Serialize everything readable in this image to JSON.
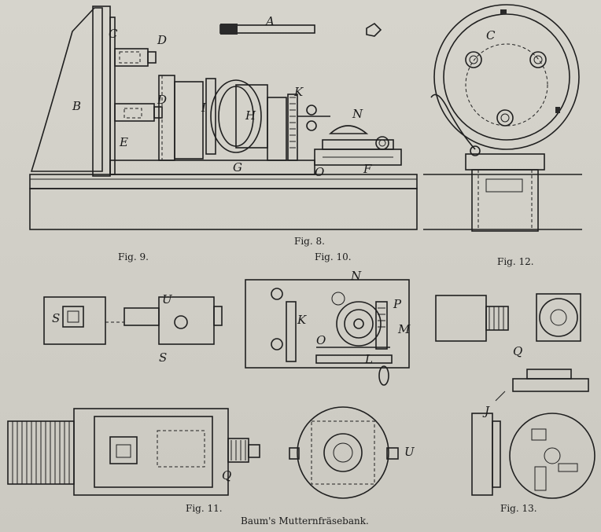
{
  "figure_labels": {
    "fig8": "Fig. 8.",
    "fig9": "Fig. 9.",
    "fig10": "Fig. 10.",
    "fig11": "Fig. 11.",
    "fig12": "Fig. 12.",
    "fig13": "Fig. 13."
  },
  "caption": "Baum's Mutternfräsebank.",
  "letters": {
    "A": "A",
    "B": "B",
    "C": "C",
    "C12": "C",
    "D1": "D",
    "D2": "D",
    "E": "E",
    "F": "F",
    "G": "G",
    "H": "H",
    "I": "I",
    "K": "K",
    "K10": "K",
    "L": "L",
    "M": "M",
    "N": "N",
    "N10": "N",
    "O": "O",
    "O10": "O",
    "P": "P",
    "Q13": "Q",
    "Q11": "Q",
    "S": "S",
    "S9": "S",
    "U": "U",
    "U11": "U",
    "J": "J"
  },
  "colors": {
    "paper": "#d6d4cc",
    "ink": "#1f1f1f"
  }
}
